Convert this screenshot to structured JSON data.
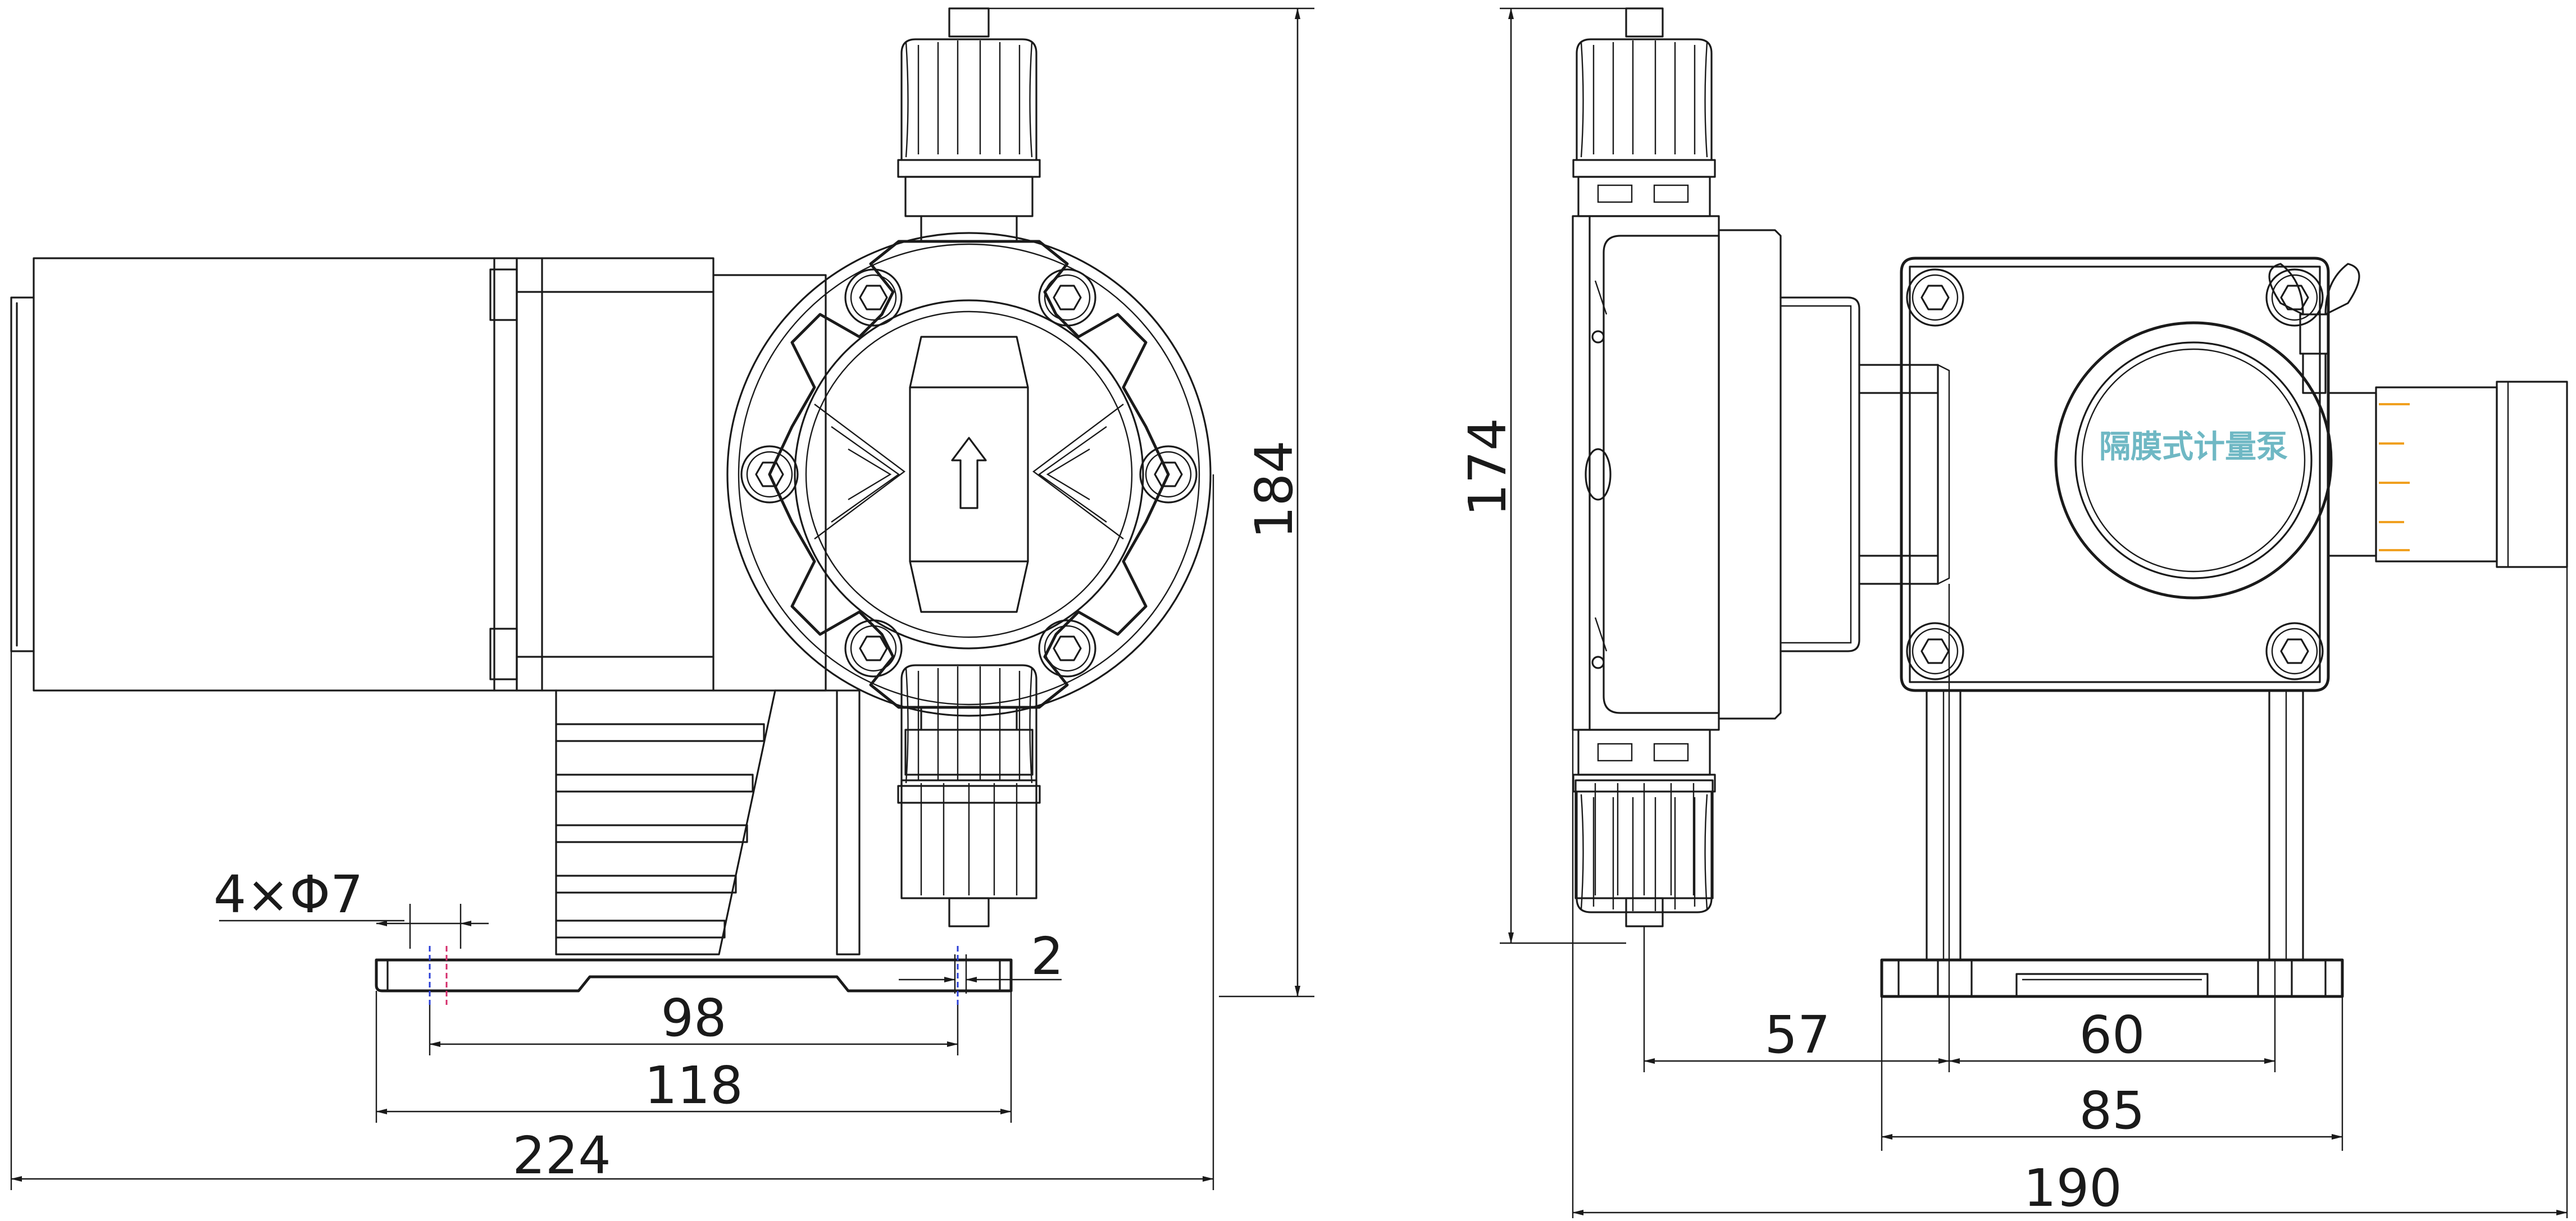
{
  "dimensions": {
    "hole_spec": "4×Φ7",
    "height_left": "184",
    "gap": "2",
    "inner_bolt_spacing": "98",
    "base_width": "118",
    "total_length": "224",
    "height_right": "174",
    "offset_57": "57",
    "width_60": "60",
    "width_85": "85",
    "total_width": "190"
  },
  "nameplate": {
    "text": "隔膜式计量泵"
  },
  "colors": {
    "line": "#1a1a1a",
    "nameplate_text": "#6fb8c4",
    "hole_center_blue": "#2b3fd6",
    "hole_center_red": "#d42b6a",
    "scale_marks": "#f0a020"
  }
}
